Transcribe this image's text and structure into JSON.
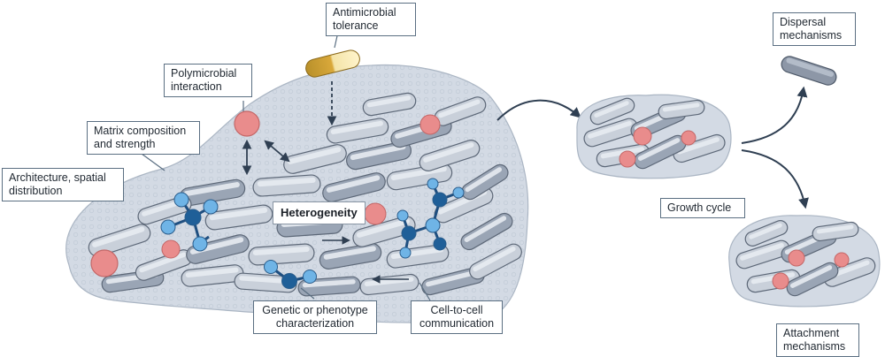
{
  "labels": {
    "antimicrobial_tolerance": "Antimicrobial\ntolerance",
    "polymicrobial_interaction": "Polymicrobial\ninteraction",
    "matrix_composition": "Matrix composition\nand strength",
    "architecture": "Architecture, spatial\ndistribution",
    "heterogeneity": "Heterogeneity",
    "genetic_phenotype": "Genetic or phenotype\ncharacterization",
    "cell_to_cell": "Cell-to-cell\ncommunication",
    "growth_cycle": "Growth cycle",
    "dispersal": "Dispersal\nmechanisms",
    "attachment": "Attachment\nmechanisms"
  },
  "colors": {
    "matrix_fill": "#d3dae4",
    "rod_fill": "#c9d0da",
    "rod_dark": "#5d6878",
    "cell_red": "#e98c8c",
    "molecule_light": "#6fb4e6",
    "molecule_dark": "#1f5f98",
    "capsule_yellow": "#f0c25a",
    "arrow": "#2f3f52"
  }
}
